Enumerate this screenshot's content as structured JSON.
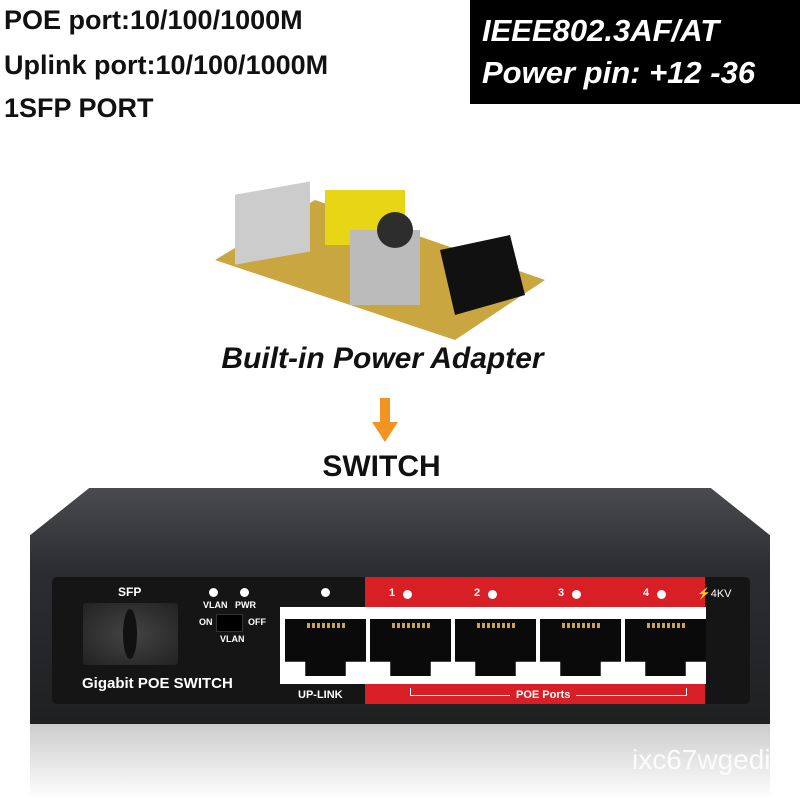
{
  "specs": [
    "POE port:10/100/1000M",
    "Uplink port:10/100/1000M",
    "1SFP PORT"
  ],
  "standards": [
    "IEEE802.3AF/AT",
    "Power pin: +12 -36"
  ],
  "adapter_label": "Built-in Power Adapter",
  "switch_label": "SWITCH",
  "panel": {
    "sfp": "SFP",
    "vlan_led": "VLAN",
    "pwr_led": "PWR",
    "on": "ON",
    "off": "OFF",
    "vlan_switch": "VLAN",
    "model": "Gigabit POE SWITCH",
    "uplink": "UP-LINK",
    "ports": [
      "1",
      "2",
      "3",
      "4"
    ],
    "poe_ports": "POE Ports",
    "surge": "4KV"
  },
  "colors": {
    "accent": "#d91f26",
    "arrow": "#f29422"
  },
  "watermark": "ixc67wgedi"
}
